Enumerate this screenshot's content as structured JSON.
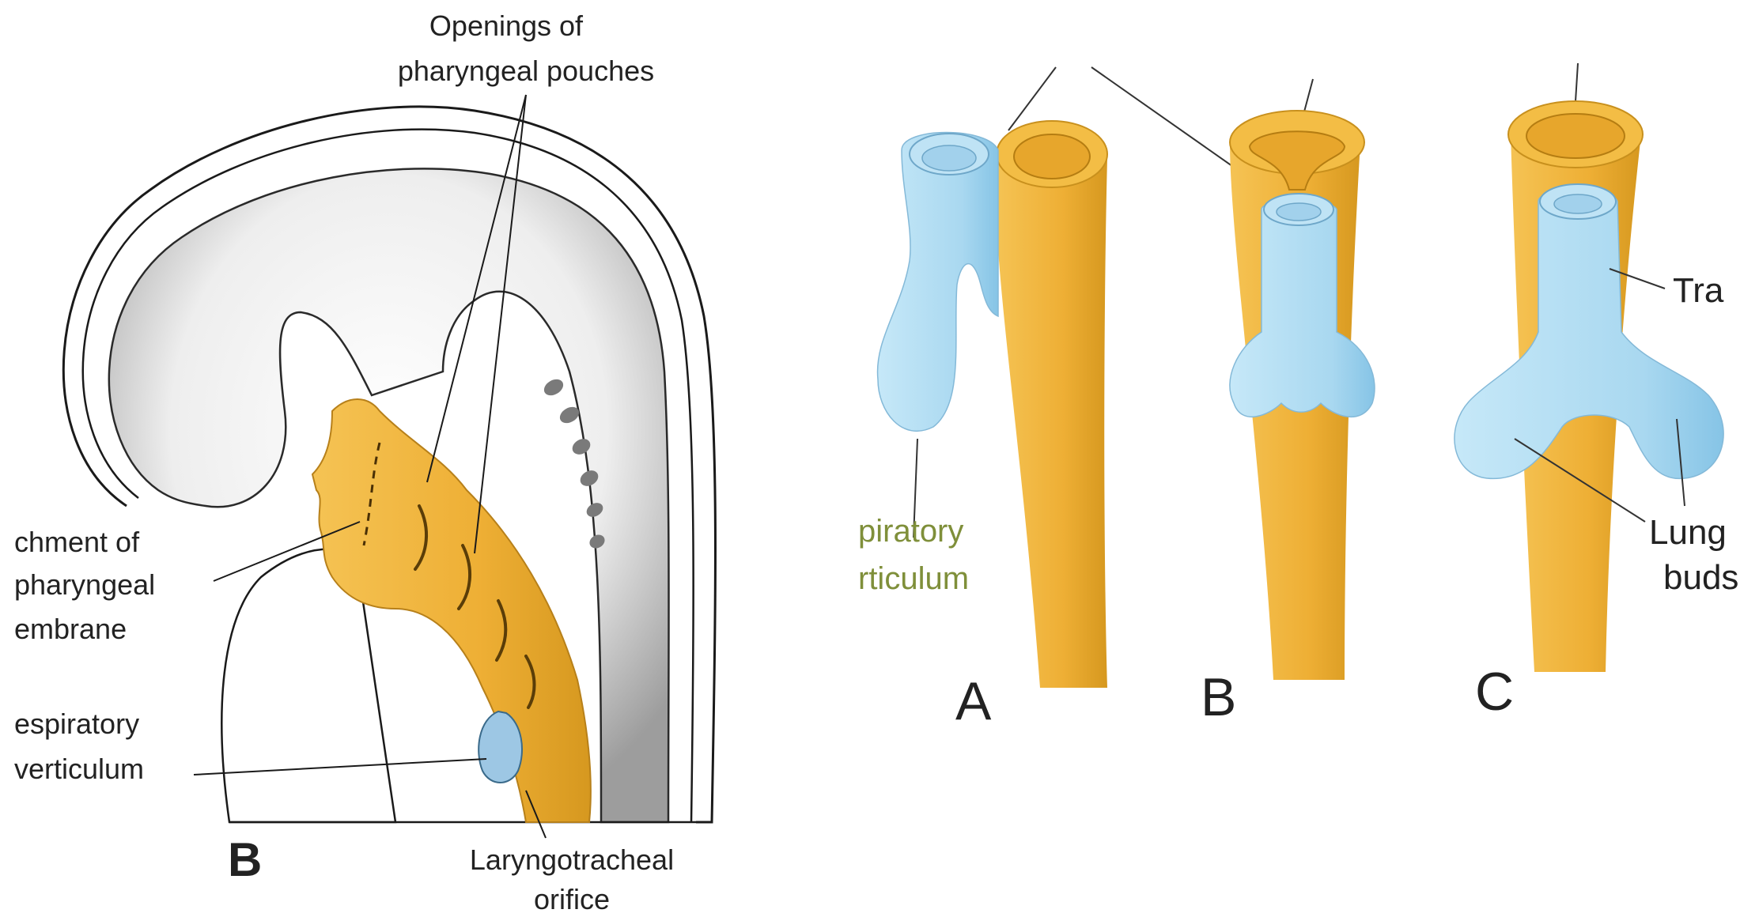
{
  "left_figure": {
    "labels": {
      "openings_line1": "Openings of",
      "openings_line2": "pharyngeal pouches",
      "attachment_line1": "chment of",
      "attachment_line2": "pharyngeal",
      "attachment_line3": "embrane",
      "resp_line1": "espiratory",
      "resp_line2": "verticulum",
      "laryngo_line1": "Laryngotracheal",
      "laryngo_line2": "orifice",
      "panel_letter": "B"
    }
  },
  "right_figure": {
    "labels": {
      "resp_line1": "piratory",
      "resp_line2": "rticulum",
      "trachea": "Tra",
      "lung_line1": "Lung",
      "lung_line2": "buds",
      "panel_a": "A",
      "panel_b": "B",
      "panel_c": "C"
    }
  },
  "colors": {
    "foregut": "#f0b53a",
    "foregut_dark": "#d89a1e",
    "respiratory": "#a9d8f0",
    "respiratory_dark": "#7cbde0",
    "stipple": "#9a9a9a",
    "outline": "#1a1a1a"
  }
}
